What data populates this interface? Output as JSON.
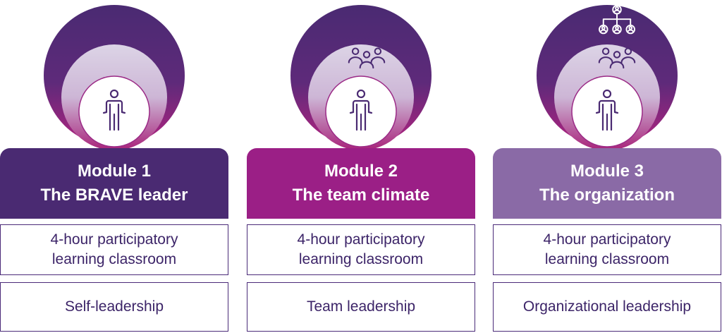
{
  "modules": [
    {
      "title": "Module 1",
      "subtitle": "The BRAVE leader",
      "format_line1": "4-hour participatory",
      "format_line2": "learning classroom",
      "focus": "Self-leadership",
      "header_color": "#4a2a72",
      "icons": [
        "person-icon"
      ]
    },
    {
      "title": "Module 2",
      "subtitle": "The team climate",
      "format_line1": "4-hour participatory",
      "format_line2": "learning classroom",
      "focus": "Team leadership",
      "header_color": "#9b1f86",
      "icons": [
        "person-icon",
        "team-icon"
      ]
    },
    {
      "title": "Module 3",
      "subtitle": "The organization",
      "format_line1": "4-hour participatory",
      "format_line2": "learning classroom",
      "focus": "Organizational leadership",
      "header_color": "#8a6aa6",
      "icons": [
        "person-icon",
        "team-icon",
        "org-chart-icon"
      ]
    }
  ],
  "colors": {
    "outer_circle_top": "#4a2a72",
    "outer_circle_bottom": "#b0237f",
    "middle_circle_top": "#d8cfe2",
    "middle_circle_bottom": "#a8237a",
    "icon_stroke": "#4a2a72",
    "border": "#4a2a78"
  }
}
